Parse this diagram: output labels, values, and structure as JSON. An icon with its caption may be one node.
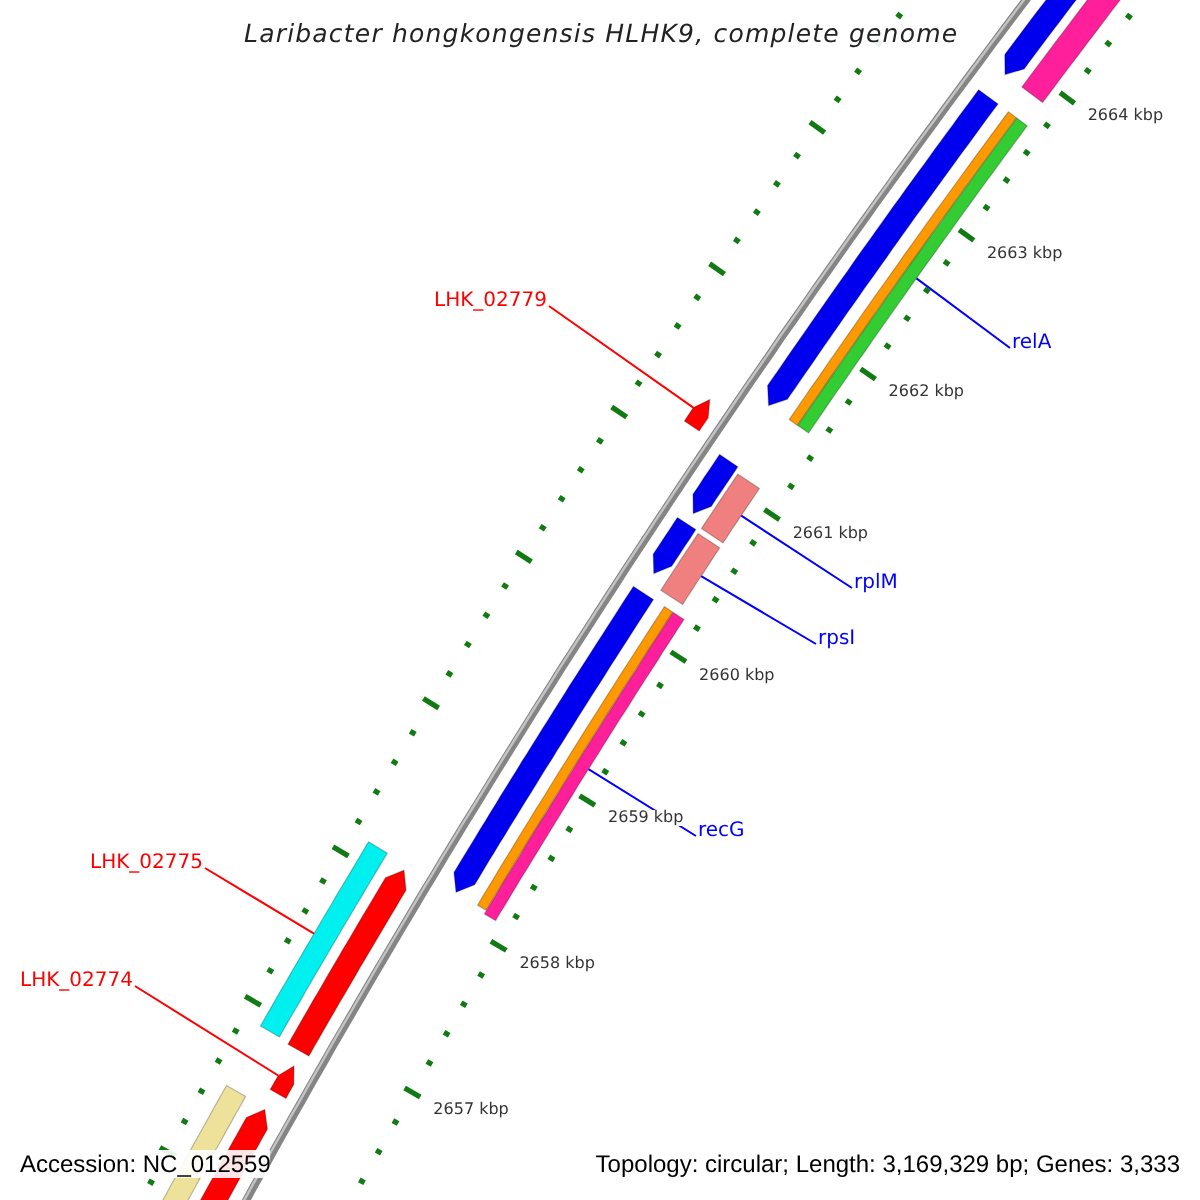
{
  "diagram": {
    "title": "Laribacter hongkongensis HLHK9, complete genome",
    "nodes": [
      {
        "text": [
          "LHK_02779"
        ]
      },
      {
        "text": [],
        "shape": "arrow"
      },
      {
        "text": [
          "relA"
        ]
      },
      {
        "text": [],
        "shape": "bar"
      },
      {
        "text": [
          "rplM"
        ]
      },
      {
        "text": [],
        "shape": "bar"
      },
      {
        "text": [
          "rpsI"
        ]
      },
      {
        "text": [],
        "shape": "bar"
      },
      {
        "text": [
          "recG"
        ]
      },
      {
        "text": [],
        "shape": "bar"
      },
      {
        "text": [
          "LHK_02775"
        ]
      },
      {
        "text": [],
        "shape": "bar"
      },
      {
        "text": [
          "LHK_02774"
        ]
      },
      {
        "text": [],
        "shape": "arrow"
      }
    ],
    "edges": [
      {
        "from": 0,
        "to": 1,
        "arrow": "none",
        "color": "#ff0000"
      },
      {
        "from": 2,
        "to": 3,
        "arrow": "none"
      },
      {
        "from": 4,
        "to": 5,
        "arrow": "none"
      },
      {
        "from": 6,
        "to": 7,
        "arrow": "none"
      },
      {
        "from": 8,
        "to": 9,
        "arrow": "none"
      },
      {
        "from": 10,
        "to": 11,
        "arrow": "none",
        "color": "#ff0000"
      },
      {
        "from": 12,
        "to": 13,
        "arrow": "none",
        "color": "#ff0000"
      }
    ],
    "labels": [
      "2664 kbp",
      "2663 kbp",
      "2662 kbp",
      "2661 kbp",
      "2660 kbp",
      "2659 kbp",
      "2658 kbp",
      "2657 kbp",
      "Accession: NC_012559",
      "Topology: circular; Length: 3,169,329 bp; Genes: 3,333"
    ]
  }
}
